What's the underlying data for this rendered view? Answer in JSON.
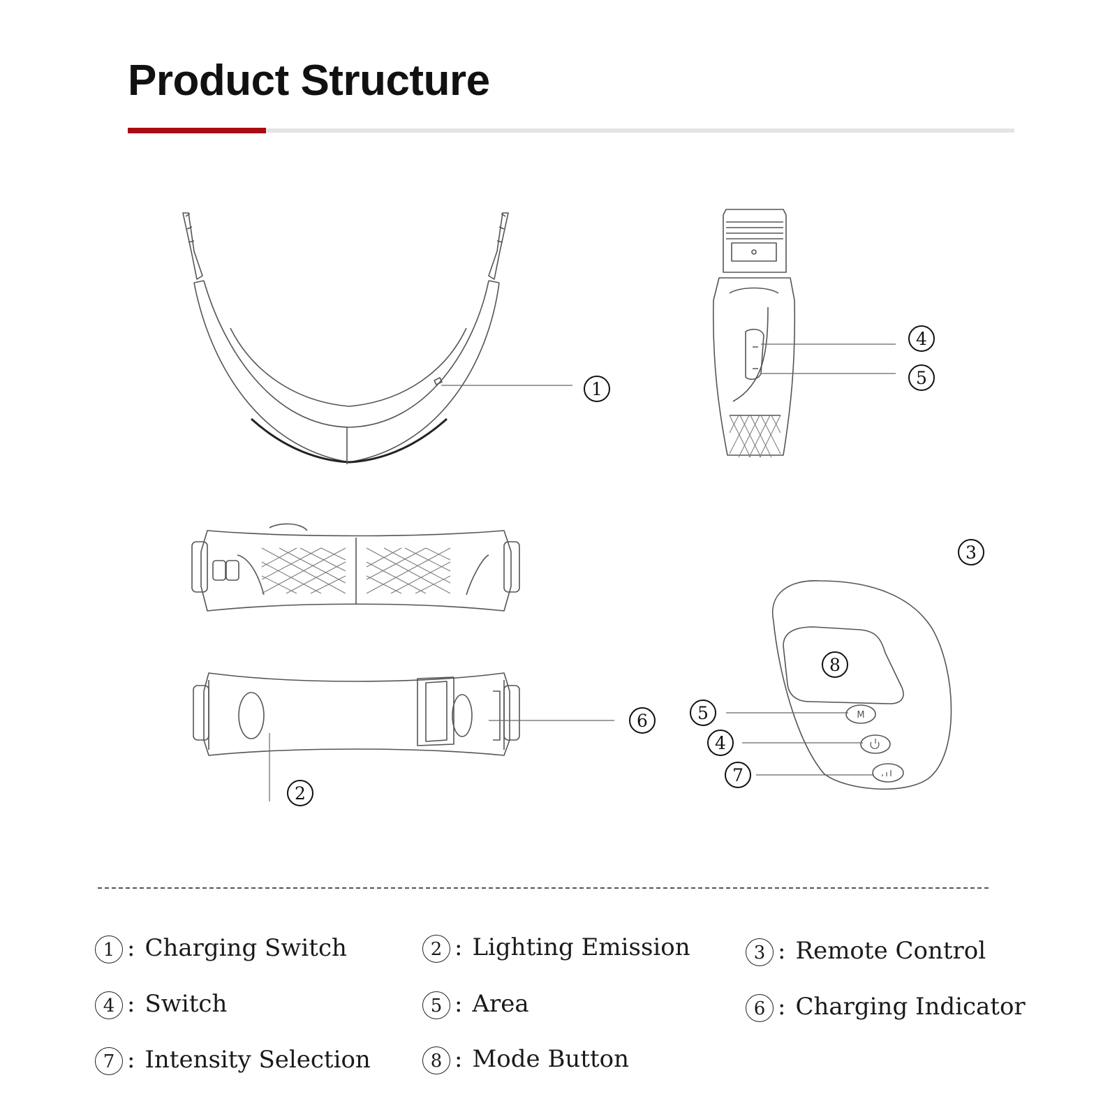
{
  "header": {
    "title": "Product Structure"
  },
  "colors": {
    "accent": "#a90d12",
    "rule": "#e4e4e4",
    "line": "#555555"
  },
  "callouts": {
    "c1": "1",
    "c2": "2",
    "c3": "3",
    "c4a": "4",
    "c5a": "5",
    "c5b": "5",
    "c4b": "4",
    "c7": "7",
    "c6": "6",
    "c8": "8"
  },
  "remote": {
    "mode_btn": "M"
  },
  "legend": [
    {
      "num": "1",
      "label": "Charging Switch"
    },
    {
      "num": "2",
      "label": "Lighting Emission"
    },
    {
      "num": "3",
      "label": "Remote Control"
    },
    {
      "num": "4",
      "label": "Switch"
    },
    {
      "num": "5",
      "label": "Area"
    },
    {
      "num": "6",
      "label": "Charging Indicator"
    },
    {
      "num": "7",
      "label": "Intensity Selection"
    },
    {
      "num": "8",
      "label": "Mode Button"
    }
  ]
}
